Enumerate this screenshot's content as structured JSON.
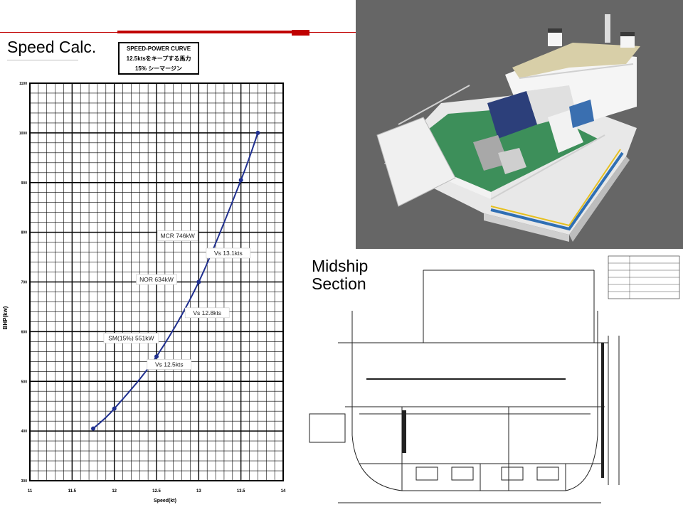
{
  "slide": {
    "speed_title": "Speed Calc.",
    "midship_title": "Midship Section",
    "colors": {
      "accent": "#c00000",
      "curve": "#1f2f8f",
      "render_bg": "#666666"
    }
  },
  "legend": {
    "line1": "SPEED-POWER CURVE",
    "line2": "12.5ktsをキープする馬力",
    "line3": "15% シーマージン"
  },
  "chart_data": {
    "type": "line",
    "xlabel": "Speed(kt)",
    "ylabel": "BHP(kw)",
    "xlim": [
      11,
      14
    ],
    "ylim": [
      300,
      1100
    ],
    "x_ticks": [
      "11",
      "11.5",
      "12",
      "12.5",
      "13",
      "13.5",
      "14"
    ],
    "y_ticks": [
      "300",
      "400",
      "500",
      "600",
      "700",
      "800",
      "900",
      "1000",
      "1100"
    ],
    "grid": true,
    "series": [
      {
        "x": [
          11.75,
          12.0,
          12.5,
          13.0,
          13.5,
          13.7
        ],
        "y": [
          405,
          445,
          550,
          700,
          905,
          1000
        ]
      }
    ],
    "annotations": [
      {
        "text": "MCR 746kW",
        "x": 12.75,
        "y": 793
      },
      {
        "text": "Vs 13.1kts",
        "x": 13.35,
        "y": 758
      },
      {
        "text": "NOR 634kW",
        "x": 12.5,
        "y": 705
      },
      {
        "text": "Vs 12.8kts",
        "x": 13.1,
        "y": 638
      },
      {
        "text": "SM(15%) 551kW",
        "x": 12.2,
        "y": 587
      },
      {
        "text": "Vs 12.5kts",
        "x": 12.65,
        "y": 534
      }
    ]
  }
}
